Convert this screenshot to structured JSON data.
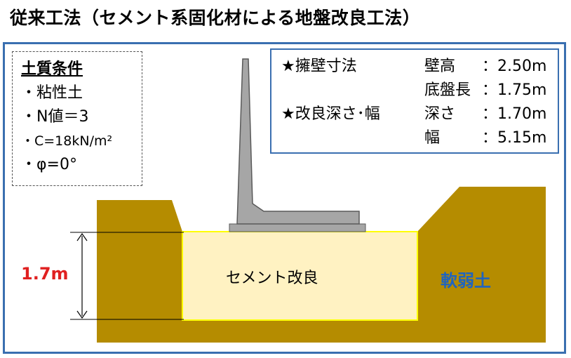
{
  "title": "従来工法（セメント系固化材による地盤改良工法）",
  "soil_conditions": {
    "heading": "土質条件",
    "items": [
      "・粘性土",
      "・N値＝3",
      "・C=18kN/m²",
      "・φ=0°"
    ]
  },
  "specs": {
    "wall_heading": "★擁壁寸法",
    "wall_height_label": "壁高",
    "wall_height_value": "：2.50m",
    "base_length_label": "底盤長",
    "base_length_value": "：1.75m",
    "improve_heading": "★改良深さ･幅",
    "depth_label": "深さ",
    "depth_value": "：1.70m",
    "width_label": "幅",
    "width_value": "：5.15m"
  },
  "diagram": {
    "dimension_label": "1.7m",
    "improvement_label": "セメント改良",
    "soft_soil_label": "軟弱土"
  },
  "colors": {
    "soil": "#b58c00",
    "improvement_fill": "#fff2c2",
    "improvement_border": "#ffff00",
    "wall": "#a6a6a6",
    "frame": "#3a6fb0",
    "dimension_text": "#e02020",
    "soft_soil_text": "#1f64c0"
  }
}
